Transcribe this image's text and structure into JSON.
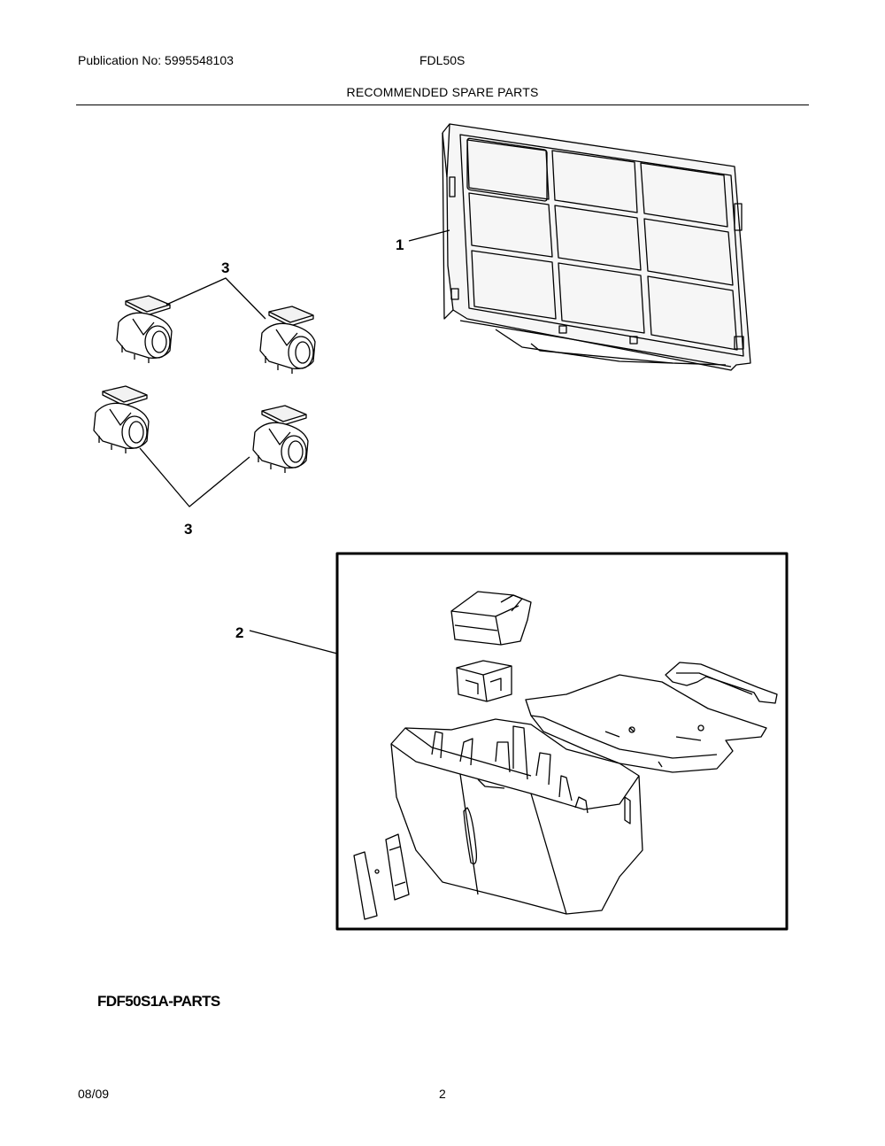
{
  "header": {
    "publication": "Publication No: 5995548103",
    "model": "FDL50S",
    "section_title": "RECOMMENDED SPARE PARTS"
  },
  "callouts": {
    "filter": "1",
    "bucket": "2",
    "caster_top": "3",
    "caster_bottom": "3"
  },
  "figure_id": "FDF50S1A-PARTS",
  "footer": {
    "date": "08/09",
    "page": "2"
  }
}
